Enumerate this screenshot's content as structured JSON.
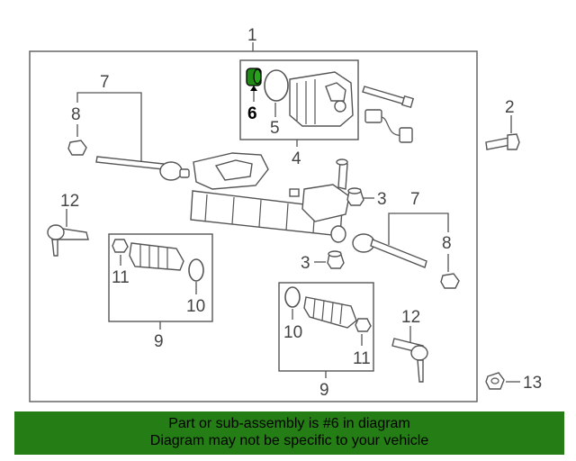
{
  "diagram": {
    "callouts": {
      "c1": "1",
      "c2": "2",
      "c3a": "3",
      "c3b": "3",
      "c4": "4",
      "c5": "5",
      "c6": "6",
      "c7a": "7",
      "c7b": "7",
      "c8a": "8",
      "c8b": "8",
      "c9a": "9",
      "c9b": "9",
      "c10a": "10",
      "c10b": "10",
      "c11a": "11",
      "c11b": "11",
      "c12a": "12",
      "c12b": "12",
      "c13": "13"
    },
    "highlight_color": "#1f8a14"
  },
  "footer": {
    "line1": "Part or sub-assembly is #6 in diagram",
    "line2": "Diagram may not be specific to your vehicle",
    "background": "#247d15"
  }
}
